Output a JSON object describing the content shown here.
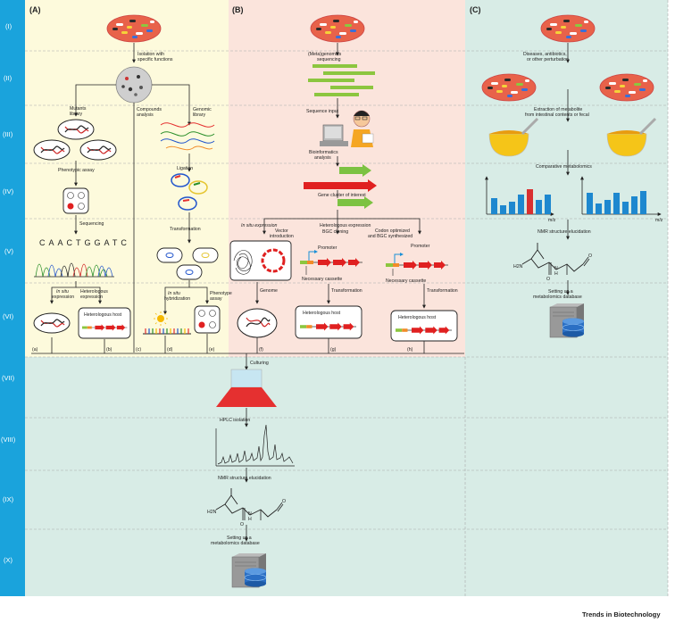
{
  "panels": {
    "a": "(A)",
    "b": "(B)",
    "c": "(C)"
  },
  "rows": [
    "(I)",
    "(II)",
    "(III)",
    "(IV)",
    "(V)",
    "(VI)",
    "(VII)",
    "(VIII)",
    "(IX)",
    "(X)"
  ],
  "panel_a": {
    "isolation_1": "Isolation with",
    "isolation_2": "specific functions",
    "mutants_1": "Mutants",
    "mutants_2": "library",
    "compounds_1": "Compounds",
    "compounds_2": "analysis",
    "genomic_1": "Genomic",
    "genomic_2": "library",
    "phenotypic_assay": "Phenotypic assay",
    "sequencing": "Sequencing",
    "sequence": "CAACTGGATC",
    "ligation": "Ligation",
    "transformation": "Transformation",
    "insitu_1": "In situ",
    "insitu_2": "expression",
    "hetero_1": "Heterologous",
    "hetero_2": "expression",
    "hybrid_1": "In situ",
    "hybrid_2": "hybridization",
    "phenotype_1": "Phenotype",
    "phenotype_2": "assay",
    "heterologous_host": "Heterologous host",
    "labels": [
      "(a)",
      "(b)",
      "(c)",
      "(d)",
      "(e)"
    ]
  },
  "panel_b": {
    "meta_1": "(Meta)genomics",
    "meta_2": "sequencing",
    "sequence_input": "Sequence input",
    "bioinfo_1": "Bioinformatics",
    "bioinfo_2": "analysis",
    "gene_cluster": "Gene cluster of interest",
    "insitu_expr": "In situ expression",
    "hetero_expr": "Heterologous expression",
    "vector_1": "Vector",
    "vector_2": "introduction",
    "bgc_cloning": "BGC cloning",
    "codon_1": "Codon optimized",
    "codon_2": "and BGC synthesized",
    "promoter": "Promoter",
    "necessary_cassette": "Necessary cassette",
    "genome": "Genome",
    "transformation": "Transformation",
    "heterologous_host": "Heterologous host",
    "labels": [
      "(f)",
      "(g)",
      "(h)"
    ]
  },
  "panel_c": {
    "diseases_1": "Diseases, antibiotics,",
    "diseases_2": "or other perturbation",
    "extraction_1": "Extraction of metabolite",
    "extraction_2": "from intestinal contents or fecal",
    "comparative": "Comparative metabolomics",
    "mz": "m/z",
    "nmr": "NMR structure elucidation",
    "setting_1": "Setting up a",
    "setting_2": "metabolomics database"
  },
  "bottom": {
    "culturing": "Culturing",
    "hplc": "HPLC isolation",
    "nmr": "NMR structure elucidation",
    "setting_1": "Setting up a",
    "setting_2": "metabolomics database"
  },
  "molecule": {
    "h2n": "H2N",
    "h": "H",
    "n": "N",
    "o": "O"
  },
  "credit": "Trends in Biotechnology",
  "colors": {
    "row_bar": "#1aa3dc",
    "panel_a_bg": "#fdfadc",
    "panel_b_bg": "#fbe4dc",
    "panel_c_bg": "#d8ece6",
    "bottom_bg": "#d8ece6",
    "bar_blue": "#1e88cf",
    "bar_red": "#d93030",
    "arrow_red": "#e02020",
    "arrow_green": "#7cc242",
    "seq_green": "#8cc63f",
    "flask_red": "#e53030"
  }
}
